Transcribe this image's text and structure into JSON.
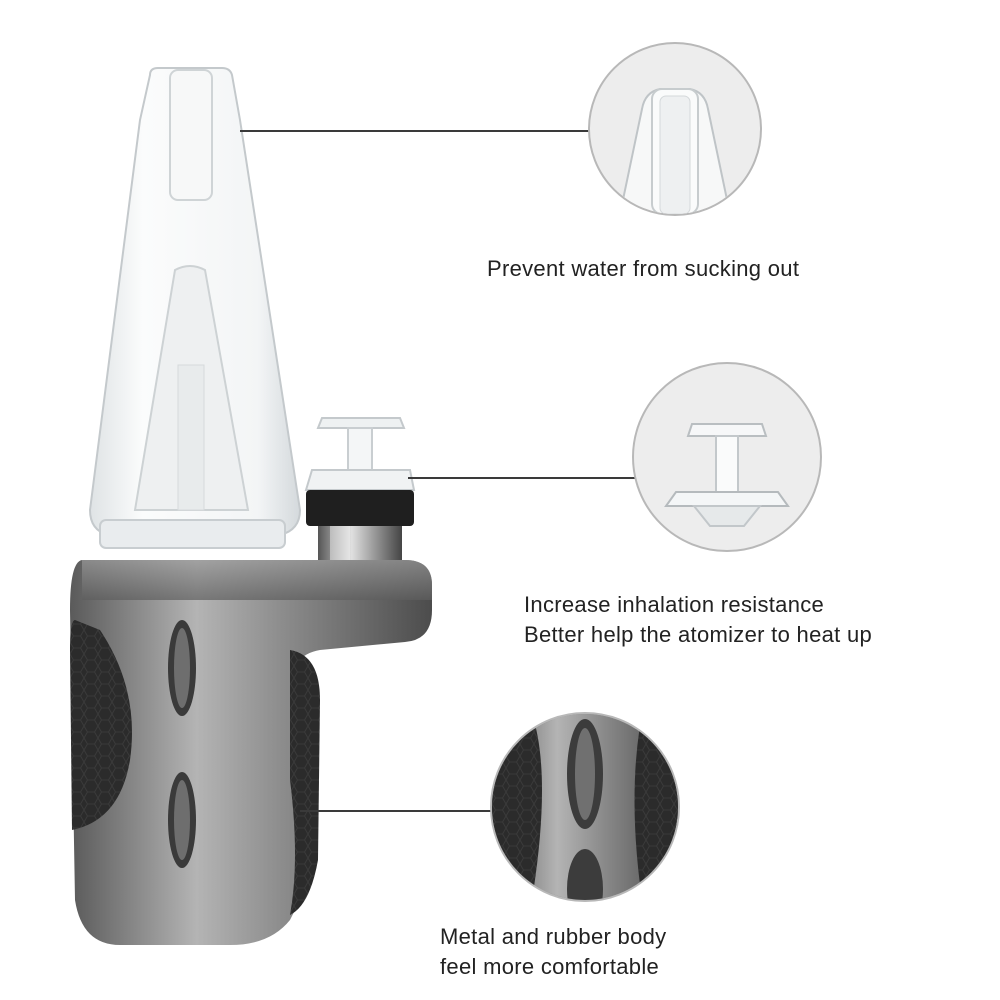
{
  "callouts": [
    {
      "id": "glass-top",
      "lines": [
        "Prevent water from sucking out"
      ]
    },
    {
      "id": "carb-cap",
      "lines": [
        "Increase inhalation resistance",
        "Better help the atomizer to heat up"
      ]
    },
    {
      "id": "body",
      "lines": [
        "Metal and rubber body",
        "feel more comfortable"
      ]
    }
  ],
  "colors": {
    "leader": "#3a3a3a",
    "metal": "#8c8c8c",
    "rubber": "#2b2b2b",
    "glass": "#f2f4f5"
  }
}
